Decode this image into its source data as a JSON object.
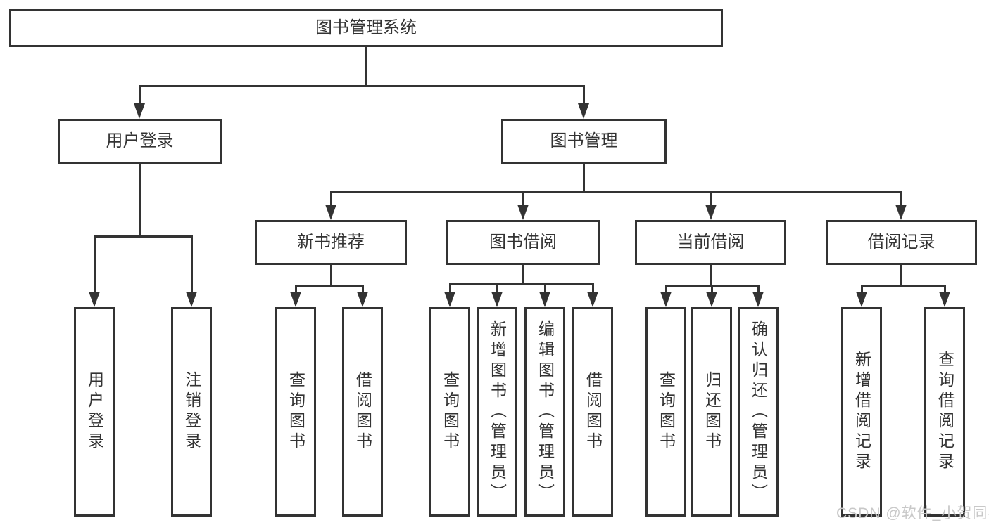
{
  "diagram": {
    "root": {
      "label": "图书管理系统"
    },
    "level2": [
      {
        "label": "用户登录"
      },
      {
        "label": "图书管理"
      }
    ],
    "level3": [
      {
        "label": "新书推荐"
      },
      {
        "label": "图书借阅"
      },
      {
        "label": "当前借阅"
      },
      {
        "label": "借阅记录"
      }
    ],
    "leaves": [
      {
        "label": "用户登录"
      },
      {
        "label": "注销登录"
      },
      {
        "label": "查询图书"
      },
      {
        "label": "借阅图书"
      },
      {
        "label": "查询图书"
      },
      {
        "label": "新增图书（管理员）"
      },
      {
        "label": "编辑图书（管理员）"
      },
      {
        "label": "借阅图书"
      },
      {
        "label": "查询图书"
      },
      {
        "label": "归还图书"
      },
      {
        "label": "确认归还（管理员）"
      },
      {
        "label": "新增借阅记录"
      },
      {
        "label": "查询借阅记录"
      }
    ]
  },
  "watermark": {
    "text": "CSDN @软件_小贺同学"
  },
  "colors": {
    "line": "#333333",
    "text": "#333333",
    "box_fill": "#ffffff",
    "background": "#ffffff",
    "watermark": "#c8c8c8"
  }
}
